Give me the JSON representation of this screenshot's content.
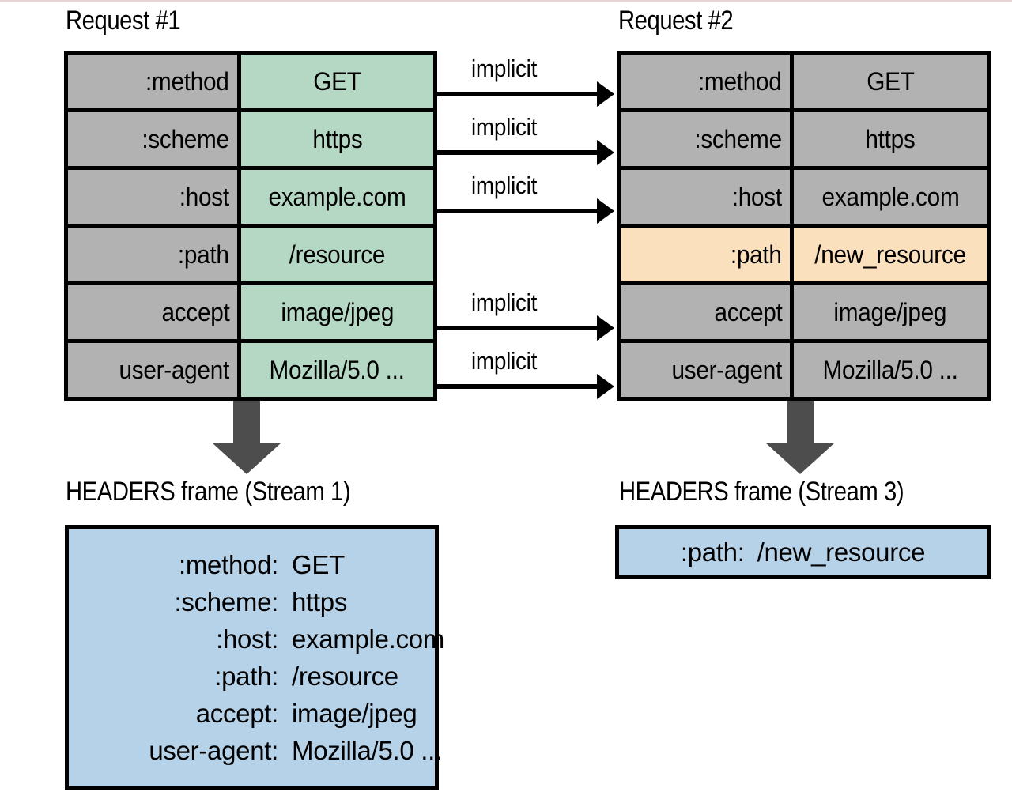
{
  "diagram": {
    "title": "HTTP/2 header compression: implicit headers between requests",
    "colors": {
      "key_cell": "#b2b2b2",
      "value_new": "#b5d8c4",
      "value_changed": "#fae0bd",
      "value_repeated": "#b2b2b2",
      "frame_box": "#b6d2e8",
      "arrow_down": "#4d4d4d",
      "border": "#000000"
    }
  },
  "request1": {
    "title": "Request #1",
    "rows": [
      {
        "key": ":method",
        "value": "GET",
        "key_style": "bg-gray",
        "value_style": "bg-green"
      },
      {
        "key": ":scheme",
        "value": "https",
        "key_style": "bg-gray",
        "value_style": "bg-green"
      },
      {
        "key": ":host",
        "value": "example.com",
        "key_style": "bg-gray",
        "value_style": "bg-green"
      },
      {
        "key": ":path",
        "value": "/resource",
        "key_style": "bg-gray",
        "value_style": "bg-green"
      },
      {
        "key": "accept",
        "value": "image/jpeg",
        "key_style": "bg-gray",
        "value_style": "bg-green"
      },
      {
        "key": "user-agent",
        "value": "Mozilla/5.0 ...",
        "key_style": "bg-gray",
        "value_style": "bg-green"
      }
    ]
  },
  "request2": {
    "title": "Request #2",
    "rows": [
      {
        "key": ":method",
        "value": "GET",
        "key_style": "bg-gray",
        "value_style": "bg-gray"
      },
      {
        "key": ":scheme",
        "value": "https",
        "key_style": "bg-gray",
        "value_style": "bg-gray"
      },
      {
        "key": ":host",
        "value": "example.com",
        "key_style": "bg-gray",
        "value_style": "bg-gray"
      },
      {
        "key": ":path",
        "value": "/new_resource",
        "key_style": "bg-peach",
        "value_style": "bg-peach"
      },
      {
        "key": "accept",
        "value": "image/jpeg",
        "key_style": "bg-gray",
        "value_style": "bg-gray"
      },
      {
        "key": "user-agent",
        "value": "Mozilla/5.0 ...",
        "key_style": "bg-gray",
        "value_style": "bg-gray"
      }
    ]
  },
  "connectors": [
    {
      "label": "implicit",
      "row": 0
    },
    {
      "label": "implicit",
      "row": 1
    },
    {
      "label": "implicit",
      "row": 2
    },
    {
      "label": "implicit",
      "row": 4
    },
    {
      "label": "implicit",
      "row": 5
    }
  ],
  "frame1": {
    "title": "HEADERS frame (Stream 1)",
    "lines": [
      {
        "name": ":method:",
        "value": "GET"
      },
      {
        "name": ":scheme:",
        "value": "https"
      },
      {
        "name": ":host:",
        "value": "example.com"
      },
      {
        "name": ":path:",
        "value": "/resource"
      },
      {
        "name": "accept:",
        "value": "image/jpeg"
      },
      {
        "name": "user-agent:",
        "value": "Mozilla/5.0 ..."
      }
    ]
  },
  "frame2": {
    "title": "HEADERS frame (Stream 3)",
    "lines": [
      {
        "name": ":path:",
        "value": "/new_resource"
      }
    ]
  }
}
